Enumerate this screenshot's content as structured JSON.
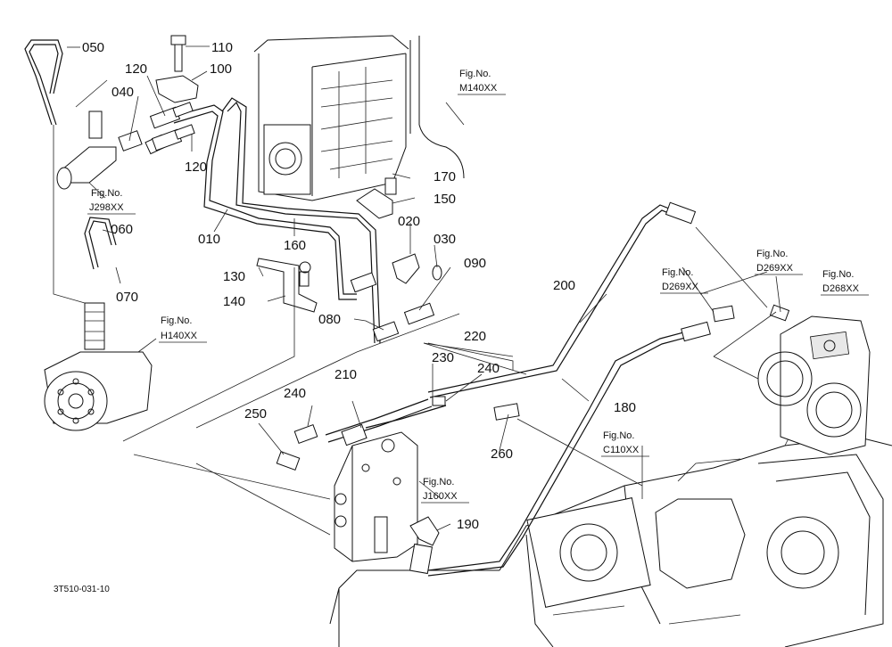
{
  "part_labels": {
    "p010": "010",
    "p020": "020",
    "p030": "030",
    "p040": "040",
    "p050": "050",
    "p060": "060",
    "p070": "070",
    "p080": "080",
    "p090": "090",
    "p100": "100",
    "p110": "110",
    "p120a": "120",
    "p120b": "120",
    "p130": "130",
    "p140": "140",
    "p150": "150",
    "p160": "160",
    "p170": "170",
    "p180": "180",
    "p190": "190",
    "p200": "200",
    "p210": "210",
    "p220": "220",
    "p230": "230",
    "p240a": "240",
    "p240b": "240",
    "p250": "250",
    "p260": "260"
  },
  "figure_refs": {
    "m140": {
      "label": "Fig.No.",
      "code": "M140XX"
    },
    "j298": {
      "label": "Fig.No.",
      "code": "J298XX"
    },
    "h140": {
      "label": "Fig.No.",
      "code": "H140XX"
    },
    "d269a": {
      "label": "Fig.No.",
      "code": "D269XX"
    },
    "d269b": {
      "label": "Fig.No.",
      "code": "D269XX"
    },
    "d268": {
      "label": "Fig.No.",
      "code": "D268XX"
    },
    "c110": {
      "label": "Fig.No.",
      "code": "C110XX"
    },
    "j160": {
      "label": "Fig.No.",
      "code": "J160XX"
    }
  },
  "drawing_number": "3T510-031-10",
  "colors": {
    "line": "#111111",
    "background": "#ffffff"
  }
}
